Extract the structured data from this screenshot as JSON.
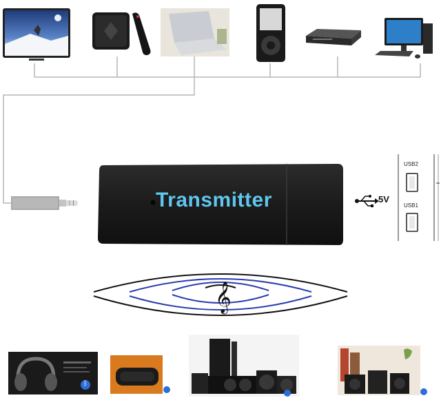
{
  "device": {
    "label": "Transmitter",
    "label_color": "#5fc6ee",
    "body_color": "#1b1b1b"
  },
  "usb_port": {
    "power_label": "5V",
    "port_labels": [
      "USB2",
      "USB1"
    ]
  },
  "sources": {
    "icons": [
      "tv-icon",
      "tv-box-icon",
      "laptop-icon",
      "mp3-player-icon",
      "dvd-player-icon",
      "desktop-pc-icon"
    ]
  },
  "receivers": {
    "icons": [
      "headphones-icon",
      "bluetooth-speaker-icon",
      "home-theater-icon",
      "speaker-system-icon"
    ],
    "bluetooth_icon": "bluetooth-icon"
  },
  "waves": {
    "symbol": "𝄞"
  },
  "colors": {
    "wave_blue": "#2a3bb0",
    "wave_black": "#111111",
    "cable": "#a9a9a9"
  }
}
